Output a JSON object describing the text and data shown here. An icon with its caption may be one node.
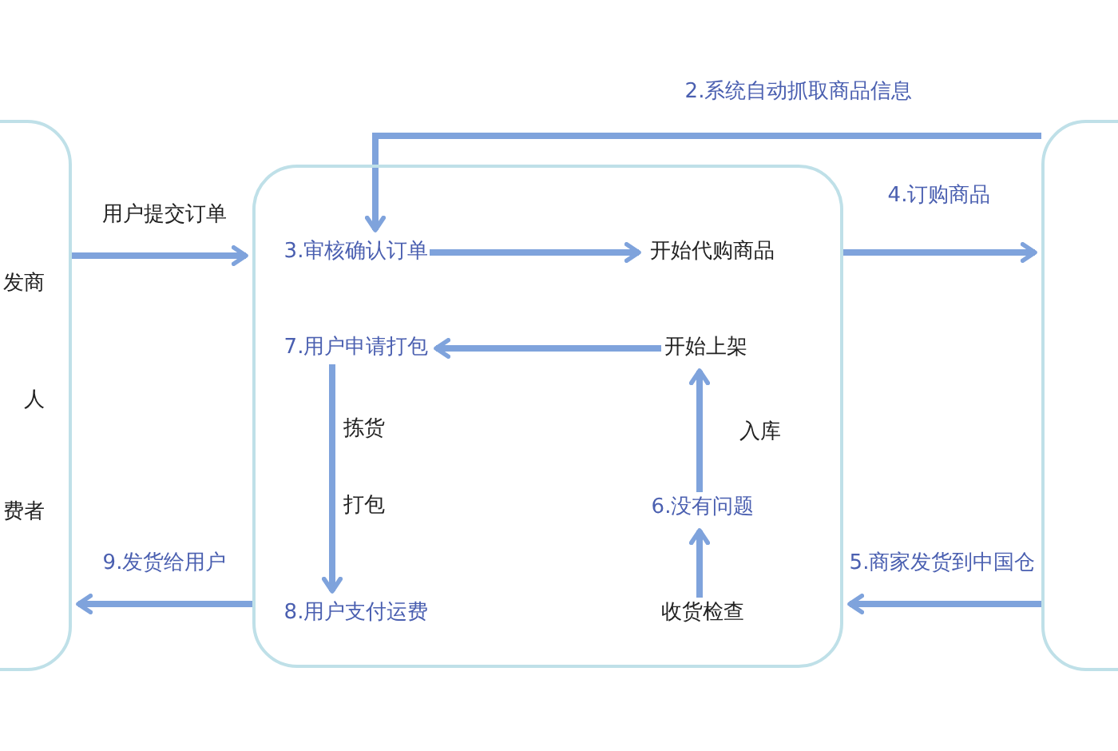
{
  "diagram": {
    "nodes": [
      {
        "text": [
          "发商",
          "人",
          "费者"
        ]
      },
      {
        "text": [],
        "shape": "box"
      },
      {
        "text": [
          "3.审核确认订单"
        ],
        "in": 1
      },
      {
        "text": [
          "开始代购商品"
        ],
        "in": 1
      },
      {
        "text": [
          "7.用户申请打包"
        ],
        "in": 1
      },
      {
        "text": [
          "开始上架"
        ],
        "in": 1
      },
      {
        "text": [
          "8.用户支付运费"
        ],
        "in": 1
      },
      {
        "text": [
          "6.没有问题"
        ],
        "in": 1
      },
      {
        "text": [
          "收货检查"
        ],
        "in": 1
      },
      {
        "text": [],
        "shape": "box"
      }
    ],
    "edges": [
      {
        "from": 0,
        "to": 1,
        "arrow": "to",
        "label": "用户提交订单"
      },
      {
        "from": 9,
        "to": 2,
        "arrow": "to",
        "label": "2.系统自动抓取商品信息"
      },
      {
        "from": 2,
        "to": 3,
        "arrow": "to"
      },
      {
        "from": 1,
        "to": 9,
        "arrow": "to",
        "label": "4.订购商品"
      },
      {
        "from": 9,
        "to": 1,
        "arrow": "to",
        "label": "5.商家发货到中国仓"
      },
      {
        "from": 8,
        "to": 7,
        "arrow": "to"
      },
      {
        "from": 7,
        "to": 5,
        "arrow": "to",
        "label": "入库"
      },
      {
        "from": 5,
        "to": 4,
        "arrow": "to"
      },
      {
        "from": 4,
        "to": 6,
        "arrow": "to",
        "label": "拣货"
      },
      {
        "from": 1,
        "to": 0,
        "arrow": "to",
        "label": "9.发货给用户"
      }
    ],
    "labels": [
      "打包"
    ]
  }
}
